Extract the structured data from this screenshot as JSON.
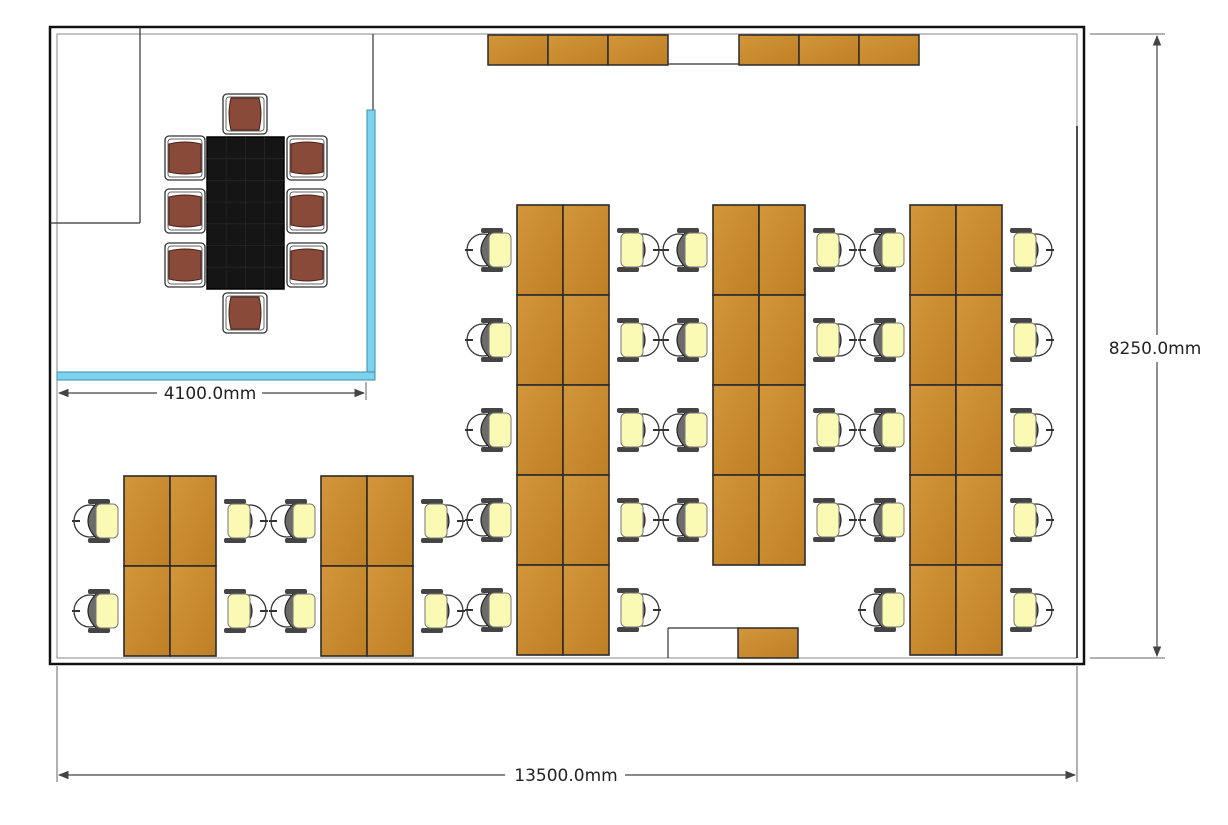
{
  "dimensions": {
    "room_width": "13500.0mm",
    "room_depth": "8250.0mm",
    "meeting_room_width": "4100.0mm"
  },
  "colors": {
    "desk_wood": "#c8892c",
    "desk_outline": "#2b2b2b",
    "chair_seat": "#fafab4",
    "chair_frame": "#6b6b6b",
    "meeting_table": "#151515",
    "meeting_chair": "#8a4a3a",
    "glass_partition": "#6fd0ea",
    "wall": "#111111"
  },
  "icons": [
    "office-chair-icon",
    "meeting-chair-icon",
    "desk-icon",
    "meeting-table-icon"
  ]
}
